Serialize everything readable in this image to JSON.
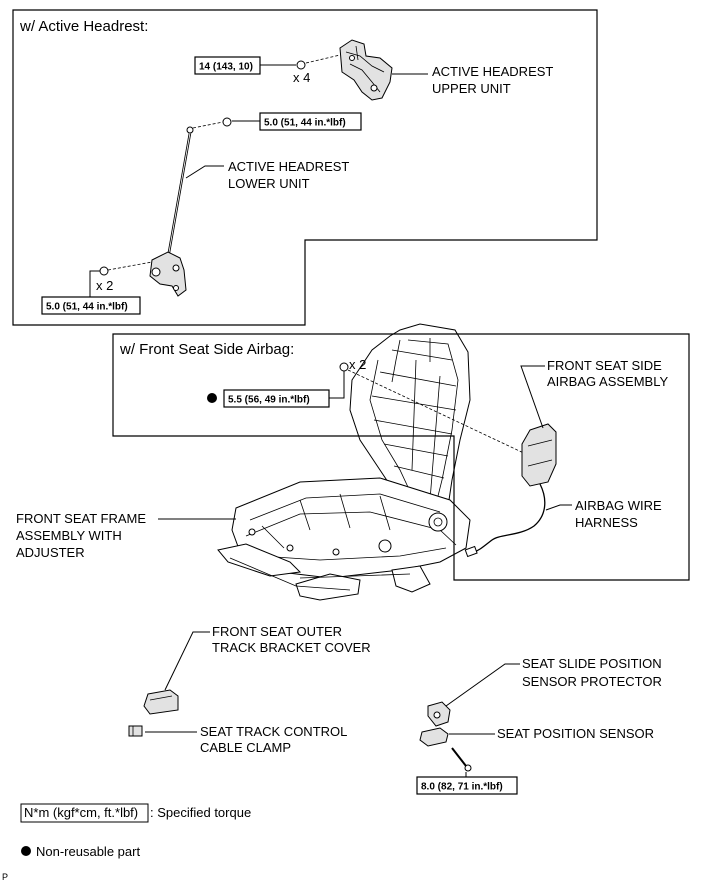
{
  "sections": {
    "active_headrest": {
      "title": "w/ Active Headrest:"
    },
    "side_airbag": {
      "title": "w/ Front Seat Side Airbag:"
    }
  },
  "torques": {
    "upper_unit": "14 (143, 10)",
    "lower_unit_top": "5.0 (51, 44 in.*lbf)",
    "lower_unit_bottom": "5.0 (51, 44 in.*lbf)",
    "airbag_nut": "5.5 (56, 49 in.*lbf)",
    "position_sensor": "8.0 (82, 71 in.*lbf)"
  },
  "quantities": {
    "upper_nuts": "x 4",
    "lower_nuts": "x 2",
    "airbag_nuts": "x 2"
  },
  "labels": {
    "headrest_upper": [
      "ACTIVE HEADREST",
      "UPPER UNIT"
    ],
    "headrest_lower": [
      "ACTIVE HEADREST",
      "LOWER UNIT"
    ],
    "airbag_assembly": [
      "FRONT SEAT SIDE",
      "AIRBAG ASSEMBLY"
    ],
    "airbag_wire": [
      "AIRBAG WIRE",
      "HARNESS"
    ],
    "seat_frame": [
      "FRONT SEAT FRAME",
      "ASSEMBLY WITH",
      "ADJUSTER"
    ],
    "outer_cover": [
      "FRONT SEAT OUTER",
      "TRACK BRACKET COVER"
    ],
    "cable_clamp": [
      "SEAT TRACK CONTROL",
      "CABLE CLAMP"
    ],
    "slide_protector": [
      "SEAT SLIDE POSITION",
      "SENSOR PROTECTOR"
    ],
    "position_sensor": [
      "SEAT POSITION SENSOR"
    ]
  },
  "legend": {
    "torque_units": "N*m (kgf*cm, ft.*lbf)",
    "torque_desc": ": Specified torque",
    "nonreusable": "Non-reusable part"
  },
  "footer": {
    "code": "P"
  }
}
